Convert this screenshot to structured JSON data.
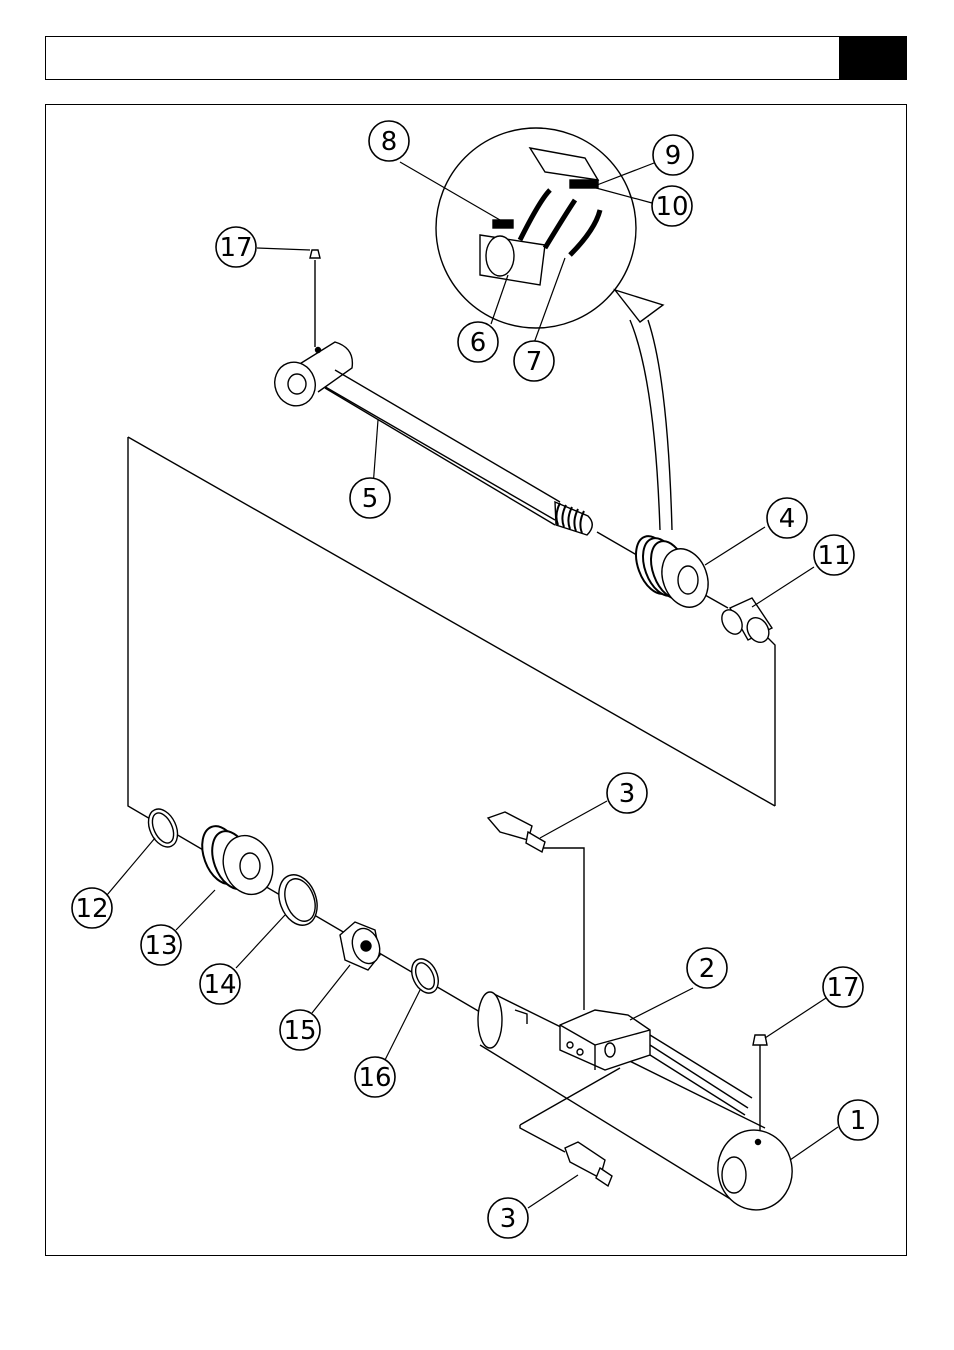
{
  "header": {
    "title": "",
    "page_tab": ""
  },
  "diagram": {
    "colors": {
      "ink": "#000000",
      "paper": "#ffffff"
    },
    "callouts": [
      {
        "id": "c1",
        "label": "1"
      },
      {
        "id": "c2",
        "label": "2"
      },
      {
        "id": "c3a",
        "label": "3"
      },
      {
        "id": "c3b",
        "label": "3"
      },
      {
        "id": "c4",
        "label": "4"
      },
      {
        "id": "c5",
        "label": "5"
      },
      {
        "id": "c6",
        "label": "6"
      },
      {
        "id": "c7",
        "label": "7"
      },
      {
        "id": "c8",
        "label": "8"
      },
      {
        "id": "c9",
        "label": "9"
      },
      {
        "id": "c10",
        "label": "10"
      },
      {
        "id": "c11",
        "label": "11"
      },
      {
        "id": "c12",
        "label": "12"
      },
      {
        "id": "c13",
        "label": "13"
      },
      {
        "id": "c14",
        "label": "14"
      },
      {
        "id": "c15",
        "label": "15"
      },
      {
        "id": "c16",
        "label": "16"
      },
      {
        "id": "c17a",
        "label": "17"
      },
      {
        "id": "c17b",
        "label": "17"
      }
    ]
  }
}
